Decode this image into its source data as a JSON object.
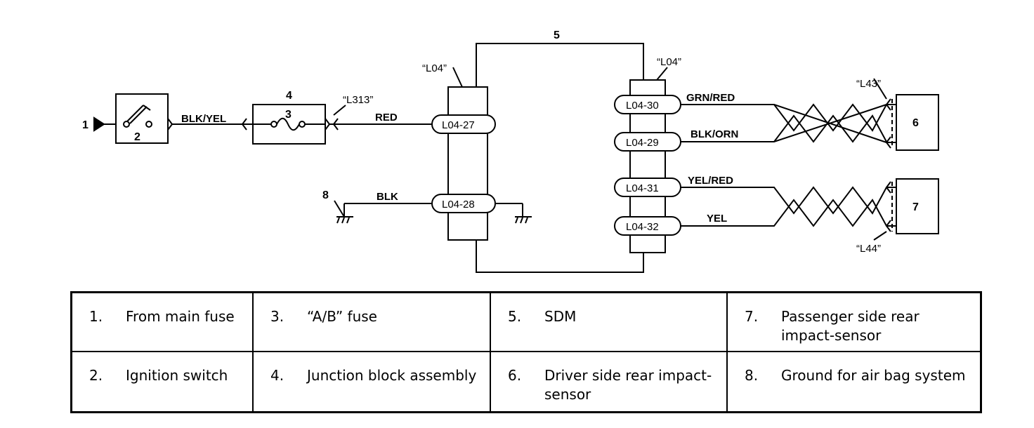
{
  "diagram": {
    "callouts": {
      "c1": "1",
      "c2": "2",
      "c3": "3",
      "c4": "4",
      "c5": "5",
      "c6": "6",
      "c7": "7",
      "c8": "8"
    },
    "connector_labels": {
      "l313": "“L313”",
      "l04_left": "“L04”",
      "l04_right": "“L04”",
      "l43": "“L43”",
      "l44": "“L44”"
    },
    "terminals": {
      "t27": "L04-27",
      "t28": "L04-28",
      "t30": "L04-30",
      "t29": "L04-29",
      "t31": "L04-31",
      "t32": "L04-32"
    },
    "wires": {
      "blk_yel": "BLK/YEL",
      "red": "RED",
      "blk": "BLK",
      "grn_red": "GRN/RED",
      "blk_orn": "BLK/ORN",
      "yel_red": "YEL/RED",
      "yel": "YEL"
    }
  },
  "legend": [
    {
      "num": "1.",
      "text": "From main fuse"
    },
    {
      "num": "3.",
      "text": "“A/B” fuse"
    },
    {
      "num": "5.",
      "text": "SDM"
    },
    {
      "num": "7.",
      "text": "Passenger side rear impact-sensor"
    },
    {
      "num": "2.",
      "text": "Ignition switch"
    },
    {
      "num": "4.",
      "text": "Junction block assembly"
    },
    {
      "num": "6.",
      "text": "Driver side rear impact-sensor"
    },
    {
      "num": "8.",
      "text": "Ground for air bag system"
    }
  ]
}
